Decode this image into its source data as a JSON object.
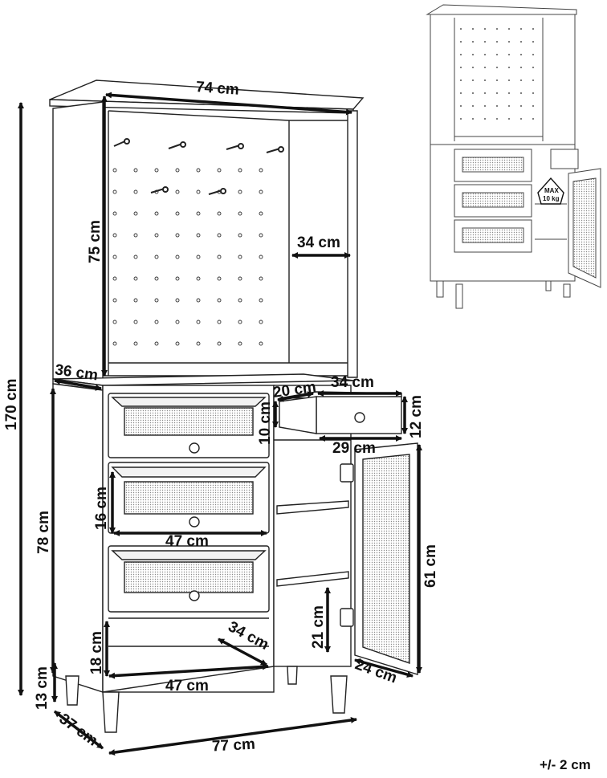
{
  "colors": {
    "line": "#222222",
    "arrow": "#111111",
    "rattan": "#bdbdbd",
    "paper": "#ffffff",
    "thumb_line": "#444444"
  },
  "labels": {
    "top_width": "74 cm",
    "hutch_height": "75 cm",
    "hutch_depth": "34 cm",
    "total_height": "170 cm",
    "hutch_base_depth": "36 cm",
    "drawer_ext_depth": "20 cm",
    "drawer_width": "34 cm",
    "drawer_side_height": "10 cm",
    "drawer_height": "12 cm",
    "drawer_inner_width": "29 cm",
    "drawer_front_height": "16 cm",
    "base_height": "78 cm",
    "drawer_front_width": "47 cm",
    "door_height": "61 cm",
    "shelf_gap": "21 cm",
    "bottom_shelf_depth": "34 cm",
    "bottom_shelf_height": "18 cm",
    "bottom_width": "47 cm",
    "door_depth": "24 cm",
    "leg_height": "13 cm",
    "cabinet_depth": "37 cm",
    "total_width": "77 cm",
    "tolerance": "+/- 2 cm"
  },
  "thumbnail": {
    "max_label": "MAX",
    "max_load": "10 kg",
    "icon": "weight-icon"
  }
}
